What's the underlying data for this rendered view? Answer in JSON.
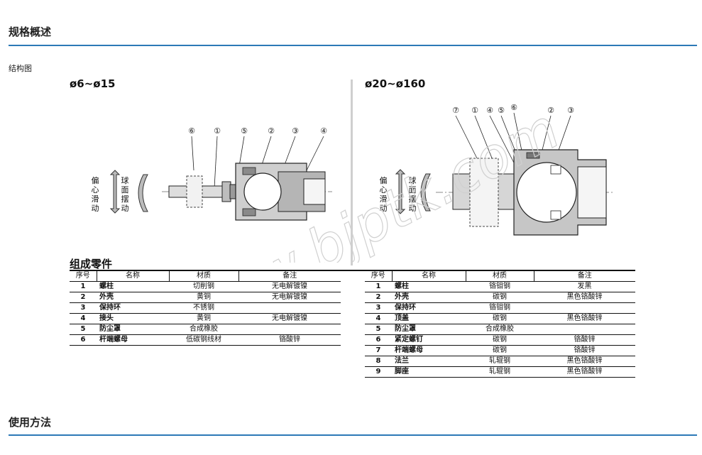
{
  "spec_section": {
    "title": "规格概述"
  },
  "structure_heading": "结构图",
  "left_diagram": {
    "size_label": "ø6~ø15",
    "callouts": [
      "⑥",
      "①",
      "⑤",
      "②",
      "③",
      "④"
    ],
    "motion_labels": {
      "eccentric": [
        "偏",
        "心",
        "滑",
        "动"
      ],
      "ball": [
        "球",
        "面",
        "摆",
        "动"
      ]
    }
  },
  "right_diagram": {
    "size_label": "ø20~ø160",
    "callouts": [
      "⑦",
      "①",
      "④",
      "⑤",
      "⑥",
      "②",
      "③"
    ],
    "motion_labels": {
      "eccentric": [
        "偏",
        "心",
        "滑",
        "动"
      ],
      "ball": [
        "球",
        "面",
        "摆",
        "动"
      ]
    }
  },
  "parts": {
    "title": "组成零件",
    "columns": [
      "序号",
      "名称",
      "材质",
      "备注"
    ],
    "left_rows": [
      [
        "1",
        "螺柱",
        "切削钢",
        "无电解镀镍"
      ],
      [
        "2",
        "外壳",
        "黄铜",
        "无电解镀镍"
      ],
      [
        "3",
        "保持环",
        "不锈钢",
        ""
      ],
      [
        "4",
        "接头",
        "黄铜",
        "无电解镀镍"
      ],
      [
        "5",
        "防尘罩",
        "合成橡胶",
        ""
      ],
      [
        "6",
        "杆端螺母",
        "低碳钢线材",
        "铬酸锌"
      ]
    ],
    "right_rows": [
      [
        "1",
        "螺柱",
        "铬钼钢",
        "发黑"
      ],
      [
        "2",
        "外壳",
        "碳钢",
        "黑色铬酸锌"
      ],
      [
        "3",
        "保持环",
        "铬钼钢",
        ""
      ],
      [
        "4",
        "顶盖",
        "碳钢",
        "黑色铬酸锌"
      ],
      [
        "5",
        "防尘罩",
        "合成橡胶",
        ""
      ],
      [
        "6",
        "紧定螺钉",
        "碳钢",
        "铬酸锌"
      ],
      [
        "7",
        "杆端螺母",
        "碳钢",
        "铬酸锌"
      ],
      [
        "8",
        "法兰",
        "轧辊钢",
        "黑色铬酸锌"
      ],
      [
        "9",
        "脚座",
        "轧辊钢",
        "黑色铬酸锌"
      ]
    ]
  },
  "usage_section": {
    "title": "使用方法"
  },
  "watermark": "www.bjptk.com"
}
